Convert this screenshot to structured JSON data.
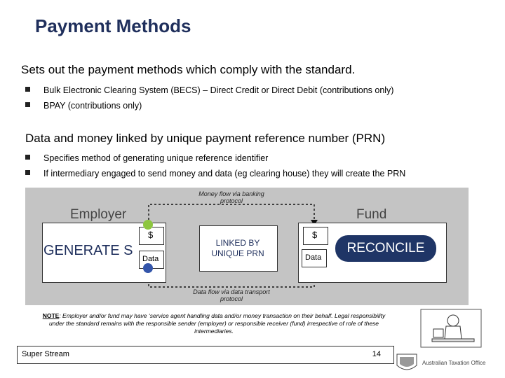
{
  "title": "Payment Methods",
  "section1": {
    "heading": "Sets out the payment methods which comply with the standard.",
    "bullets": [
      "Bulk Electronic Clearing System (BECS) – Direct Credit or Direct Debit (contributions only)",
      "BPAY (contributions only)"
    ]
  },
  "section2": {
    "heading": "Data and money linked by unique payment reference number (PRN)",
    "bullets": [
      "Specifies method of generating unique reference identifier",
      "If intermediary engaged to send money and data (eg clearing house) they will create the PRN"
    ]
  },
  "diagram": {
    "money_flow": "Money flow via banking protocol",
    "data_flow": "Data flow via data transport protocol",
    "employer": "Employer",
    "fund": "Fund",
    "generate": "GENERATE S",
    "linked": "LINKED BY UNIQUE PRN",
    "reconcile": "RECONCILE",
    "dollar": "$",
    "data": "Data"
  },
  "note": {
    "label": "NOTE",
    "text": ":  Employer and/or fund may have ‘service agent handling data and/or money transaction on their behalf. Legal responsibility under the standard remains with the responsible sender (employer) or responsible receiver (fund) irrespective of role of these intermediaries."
  },
  "footer": {
    "left": "Super Stream",
    "page": "14"
  },
  "logo_text": "Australian Taxation Office",
  "colors": {
    "title": "#1f2f5c",
    "panel": "#c4c4c4",
    "badge": "#1f3566",
    "green_dot": "#8dc63f",
    "blue_dot": "#3355aa"
  }
}
